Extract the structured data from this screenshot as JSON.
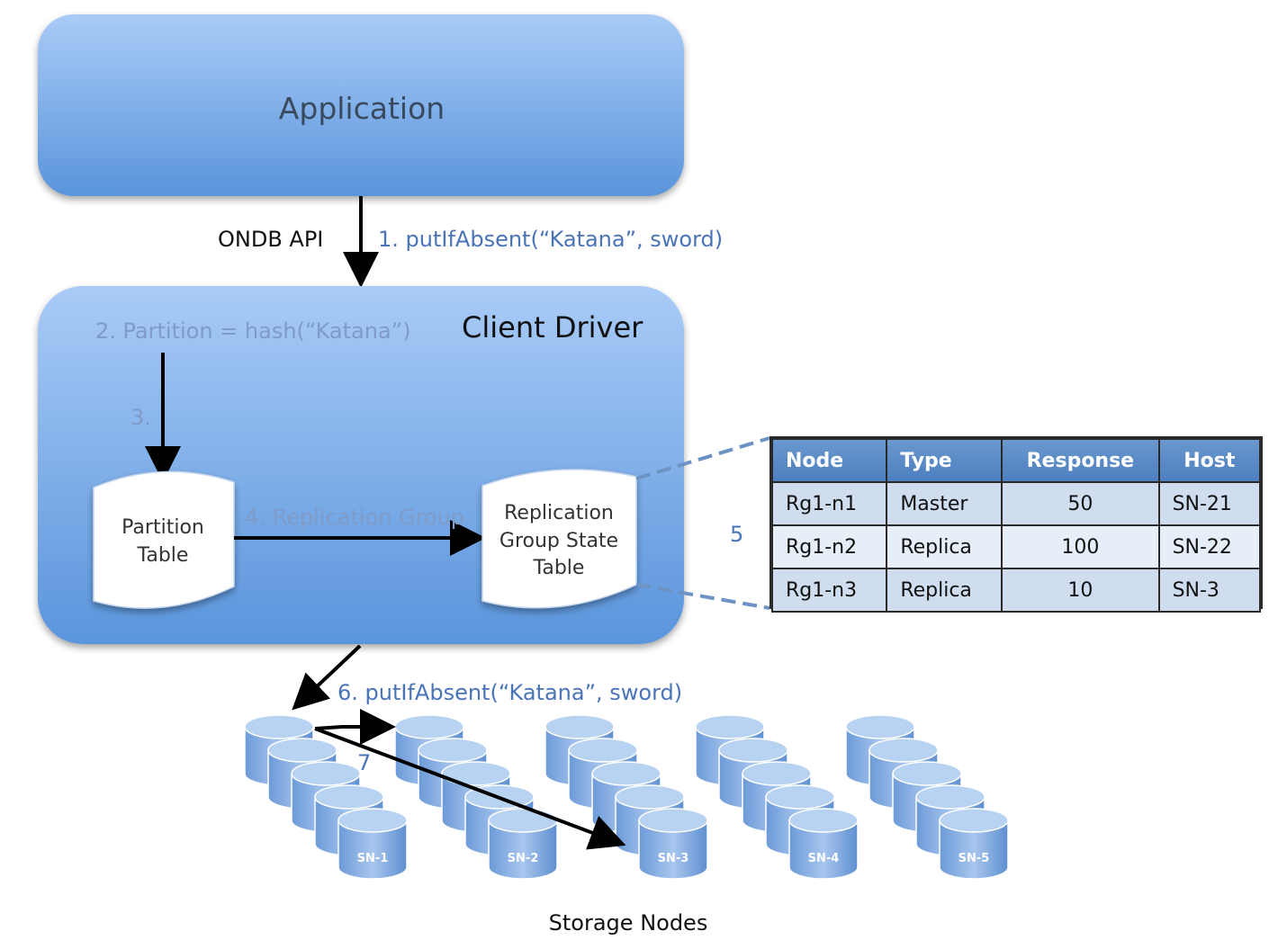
{
  "application": {
    "label": "Application"
  },
  "api_label": "ONDB API",
  "client_driver": {
    "label": "Client Driver"
  },
  "steps": {
    "s1": "1. putIfAbsent(“Katana”, sword)",
    "s2": "2. Partition = hash(“Katana”)",
    "s3": "3.",
    "s4": "4. Replication Group",
    "s5": "5",
    "s6": "6. putIfAbsent(“Katana”, sword)",
    "s7": "7"
  },
  "partition_table": {
    "line1": "Partition",
    "line2": "Table"
  },
  "rg_state_table": {
    "line1": "Replication",
    "line2": "Group State",
    "line3": "Table"
  },
  "state_table": {
    "headers": [
      "Node",
      "Type",
      "Response",
      "Host"
    ],
    "rows": [
      [
        "Rg1-n1",
        "Master",
        "50",
        "SN-21"
      ],
      [
        "Rg1-n2",
        "Replica",
        "100",
        "SN-22"
      ],
      [
        "Rg1-n3",
        "Replica",
        "10",
        "SN-3"
      ]
    ]
  },
  "storage_nodes": {
    "caption": "Storage Nodes",
    "groups": [
      "SN-1",
      "SN-2",
      "SN-3",
      "SN-4",
      "SN-5"
    ]
  },
  "colors": {
    "box_top": "#a9cbf7",
    "box_bottom": "#5a95dc",
    "step_text": "#4a74b8",
    "faded_text": "#7f9cc9",
    "dash": "#6d93c4"
  }
}
